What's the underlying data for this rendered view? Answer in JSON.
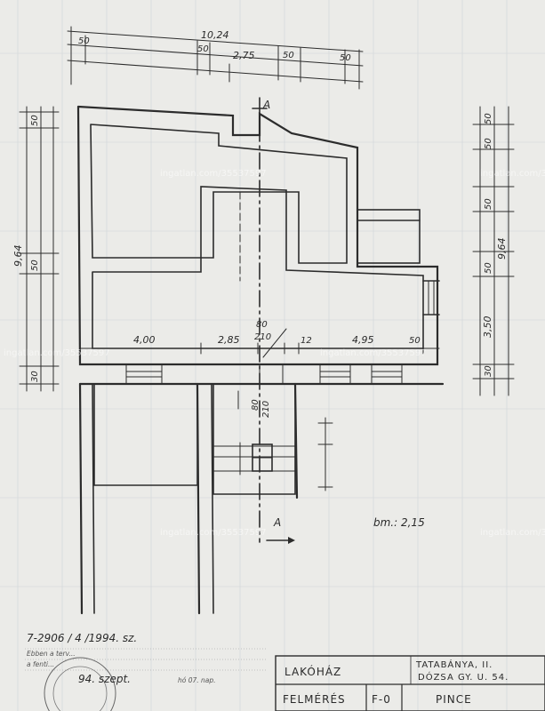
{
  "plan": {
    "top_dims": {
      "overall": "10,24",
      "left_wall": "50",
      "inner_wall": "50",
      "span": "2,75",
      "right_inner_wall": "50",
      "right_wall": "50"
    },
    "left_dims": {
      "overall": "9,64",
      "top_wall": "50",
      "middle_wall": "50",
      "bottom_wall": "30"
    },
    "right_dims": {
      "overall": "9,64",
      "d1": "50",
      "d2": "50",
      "d3": "50",
      "d4": "50",
      "d5": "3,50",
      "d6": "30"
    },
    "room_dims": {
      "left_span": "4,00",
      "mid_span": "2,85",
      "door_width": "80",
      "door_height": "210",
      "wall_12": "12",
      "right_span": "4,95",
      "right_wall": "50",
      "door2_width": "80",
      "door2_height": "210"
    },
    "section_mark_top": "A",
    "section_mark_bottom": "A",
    "height_note": "bm.: 2,15"
  },
  "watermarks": [
    "ingatlan.com/35537597",
    "ingatlan.com/35537597",
    "ingatlan.com/35537597",
    "ingatlan.com/35537597",
    "ingatlan.com/35537597",
    "ingatlan.com/35537597",
    "ingatlan.com/35537597"
  ],
  "stamp": {
    "ref": "7-2906 / 4 /1994. sz.",
    "line1": "Ebben a terv...",
    "line2": "a fenti...",
    "date_prefix": "94. szept.",
    "date_suffix": "hó 07. nap."
  },
  "title_block": {
    "building": "LAKÓHÁZ",
    "address_line1": "TATABÁNYA, II.",
    "address_line2": "DÓZSA GY. U. 54.",
    "sheet_type": "FELMÉRÉS",
    "level_code": "F-0",
    "level_name": "PINCE"
  }
}
